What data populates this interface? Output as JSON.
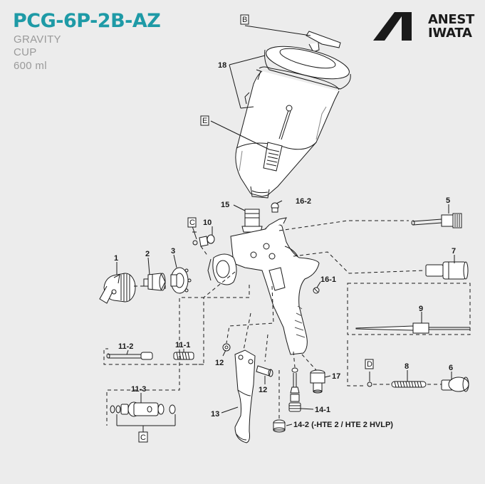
{
  "header": {
    "model": "PCG-6P-2B-AZ",
    "type_line1": "GRAVITY",
    "type_line2": "CUP",
    "capacity": "600 ml"
  },
  "brand": {
    "line1": "ANEST",
    "line2": "IWATA"
  },
  "colors": {
    "title": "#1e9aa6",
    "subtitle": "#9a9a9a",
    "line": "#1a1a1a",
    "background": "#ececec"
  },
  "labels": {
    "B": "B",
    "E": "E",
    "C_top": "C",
    "C_bottom": "C",
    "D": "D",
    "p18": "18",
    "p15": "15",
    "p16_2": "16-2",
    "p5": "5",
    "p7": "7",
    "p10": "10",
    "p1": "1",
    "p2": "2",
    "p3": "3",
    "p16_1": "16-1",
    "p9": "9",
    "p11_2": "11-2",
    "p11_1": "11-1",
    "p12a": "12",
    "p12b": "12",
    "p17": "17",
    "p8": "8",
    "p6": "6",
    "p11_3": "11-3",
    "p13": "13",
    "p14_1": "14-1",
    "p14_2": "14-2 (-HTE 2 / HTE 2 HVLP)"
  }
}
